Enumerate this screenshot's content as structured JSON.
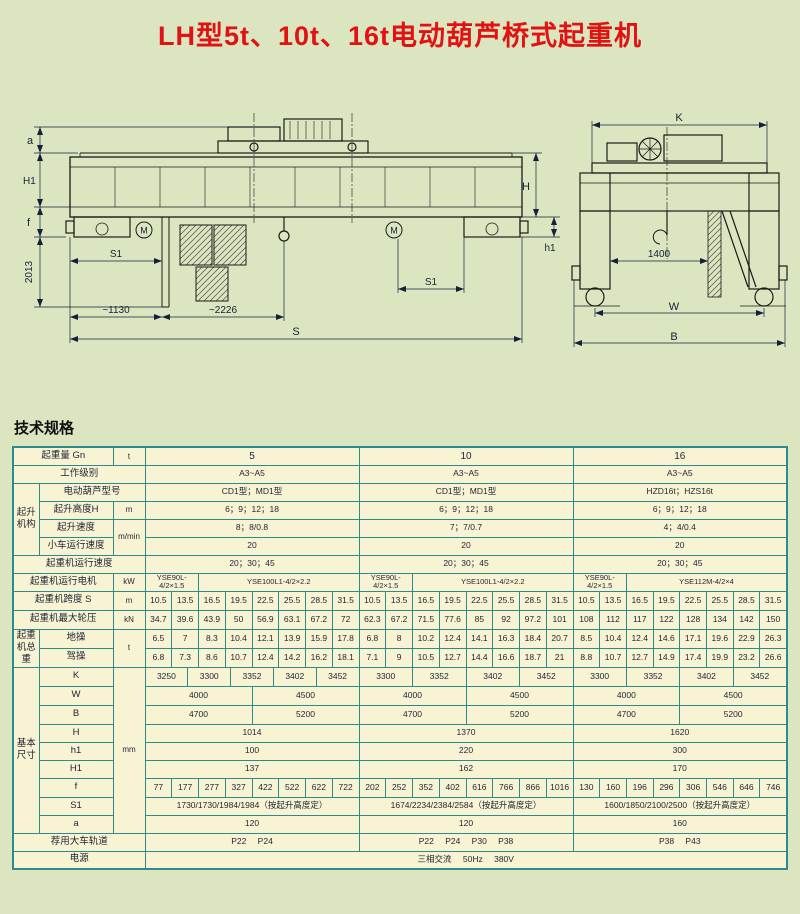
{
  "page": {
    "title": "LH型5t、10t、16t电动葫芦桥式起重机",
    "section_heading": "技术规格"
  },
  "drawing": {
    "front": {
      "a": "a",
      "H1": "H1",
      "f": "f",
      "dim2013": "2013",
      "S1": "S1",
      "dim1130": "~1130",
      "dim2226": "~2226",
      "S": "S",
      "H": "H",
      "h1": "h1",
      "motor": "M"
    },
    "end": {
      "K": "K",
      "W": "W",
      "B": "B",
      "dim1400": "1400"
    }
  },
  "table": {
    "capacity": {
      "label": "起重量 Gn",
      "unit": "t",
      "values": [
        "5",
        "10",
        "16"
      ]
    },
    "work_class": {
      "label": "工作级别",
      "values": [
        "A3~A5",
        "A3~A5",
        "A3~A5"
      ]
    },
    "hoist_group": "起升机构",
    "hoist_model": {
      "label": "电动葫芦型号",
      "values": [
        "CD1型；MD1型",
        "CD1型；MD1型",
        "HZD16t；HZS16t"
      ]
    },
    "lift_height": {
      "label": "起升高度H",
      "unit": "m",
      "values": [
        "6；9；12；18",
        "6；9；12；18",
        "6；9；12；18"
      ]
    },
    "lift_speed": {
      "label": "起升速度",
      "values": [
        "8；8/0.8",
        "7；7/0.7",
        "4；4/0.4"
      ]
    },
    "trolley_speed": {
      "label": "小车运行速度",
      "unit": "m/min",
      "values": [
        "20",
        "20",
        "20"
      ]
    },
    "crane_speed": {
      "label": "起重机运行速度",
      "values": [
        "20；30；45",
        "20；30；45",
        "20；30；45"
      ]
    },
    "crane_motor": {
      "label": "起重机运行电机",
      "unit": "kW",
      "values": [
        [
          "YSE90L-4/2×1.5",
          "YSE100L1-4/2×2.2"
        ],
        [
          "YSE90L-4/2×1.5",
          "YSE100L1-4/2×2.2"
        ],
        [
          "YSE90L-4/2×1.5",
          "YSE112M-4/2×4"
        ]
      ]
    },
    "span": {
      "label": "起重机跨度 S",
      "unit": "m",
      "values": [
        [
          "10.5",
          "13.5",
          "16.5",
          "19.5",
          "22.5",
          "25.5",
          "28.5",
          "31.5"
        ],
        [
          "10.5",
          "13.5",
          "16.5",
          "19.5",
          "22.5",
          "25.5",
          "28.5",
          "31.5"
        ],
        [
          "10.5",
          "13.5",
          "16.5",
          "19.5",
          "22.5",
          "25.5",
          "28.5",
          "31.5"
        ]
      ]
    },
    "wheel_load": {
      "label": "起重机最大轮压",
      "unit": "kN",
      "values": [
        [
          "34.7",
          "39.6",
          "43.9",
          "50",
          "56.9",
          "63.1",
          "67.2",
          "72"
        ],
        [
          "62.3",
          "67.2",
          "71.5",
          "77.6",
          "85",
          "92",
          "97.2",
          "101"
        ],
        [
          "108",
          "112",
          "117",
          "122",
          "128",
          "134",
          "142",
          "150"
        ]
      ]
    },
    "total_weight_group": "起重机总重",
    "ground_op": {
      "label": "地操",
      "unit": "t",
      "values": [
        [
          "6.5",
          "7",
          "8.3",
          "10.4",
          "12.1",
          "13.9",
          "15.9",
          "17.8"
        ],
        [
          "6.8",
          "8",
          "10.2",
          "12.4",
          "14.1",
          "16.3",
          "18.4",
          "20.7"
        ],
        [
          "8.5",
          "10.4",
          "12.4",
          "14.6",
          "17.1",
          "19.6",
          "22.9",
          "26.3"
        ]
      ]
    },
    "cab_op": {
      "label": "驾操",
      "values": [
        [
          "6.8",
          "7.3",
          "8.6",
          "10.7",
          "12.4",
          "14.2",
          "16.2",
          "18.1"
        ],
        [
          "7.1",
          "9",
          "10.5",
          "12.7",
          "14.4",
          "16.6",
          "18.7",
          "21"
        ],
        [
          "8.8",
          "10.7",
          "12.7",
          "14.9",
          "17.4",
          "19.9",
          "23.2",
          "26.6"
        ]
      ]
    },
    "dims_group": "基本尺寸",
    "dims_unit": "mm",
    "dim_K": {
      "label": "K",
      "values": [
        [
          "3250",
          "3300",
          "3352",
          "3402",
          "3452"
        ],
        [
          "3300",
          "3352",
          "3402",
          "3452"
        ],
        [
          "3300",
          "3352",
          "3402",
          "3452"
        ]
      ]
    },
    "dim_W": {
      "label": "W",
      "values": [
        [
          "4000",
          "4500"
        ],
        [
          "4000",
          "4500"
        ],
        [
          "4000",
          "4500"
        ]
      ]
    },
    "dim_B": {
      "label": "B",
      "values": [
        [
          "4700",
          "5200"
        ],
        [
          "4700",
          "5200"
        ],
        [
          "4700",
          "5200"
        ]
      ]
    },
    "dim_H": {
      "label": "H",
      "values": [
        "1014",
        "1370",
        "1620"
      ]
    },
    "dim_h1": {
      "label": "h1",
      "values": [
        "100",
        "220",
        "300"
      ]
    },
    "dim_H1": {
      "label": "H1",
      "values": [
        "137",
        "162",
        "170"
      ]
    },
    "dim_f": {
      "label": "f",
      "values": [
        [
          "77",
          "177",
          "277",
          "327",
          "422",
          "522",
          "622",
          "722"
        ],
        [
          "202",
          "252",
          "352",
          "402",
          "616",
          "766",
          "866",
          "1016"
        ],
        [
          "130",
          "160",
          "196",
          "296",
          "306",
          "546",
          "646",
          "746"
        ]
      ]
    },
    "dim_S1": {
      "label": "S1",
      "values": [
        "1730/1730/1984/1984（按起升高度定）",
        "1674/2234/2384/2584（按起升高度定）",
        "1600/1850/2100/2500（按起升高度定）"
      ]
    },
    "dim_a": {
      "label": "a",
      "values": [
        "120",
        "120",
        "160"
      ]
    },
    "rail": {
      "label": "荐用大车轨道",
      "values": [
        "P22 P24",
        "P22 P24 P30 P38",
        "P38 P43"
      ]
    },
    "power": {
      "label": "电源",
      "value": "三相交流 50Hz 380V"
    }
  }
}
